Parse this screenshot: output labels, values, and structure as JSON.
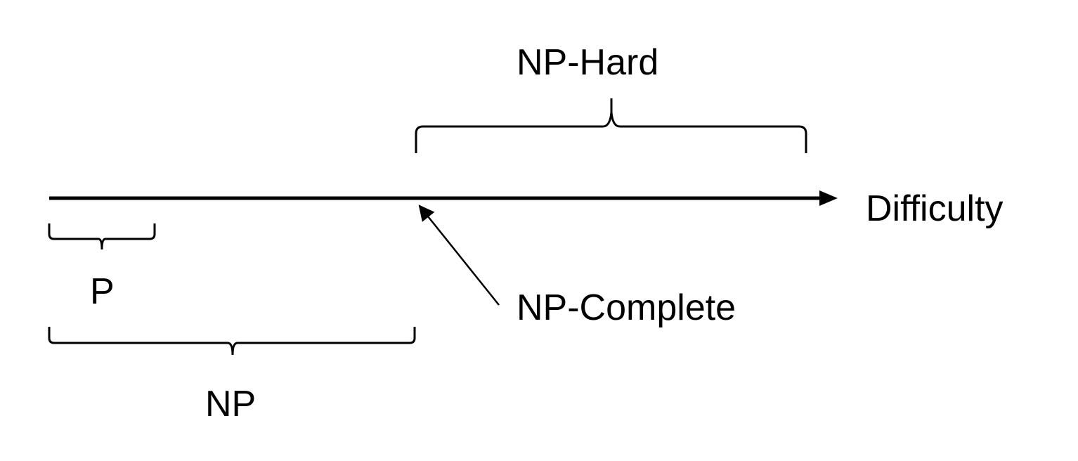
{
  "diagram": {
    "axis_label": "Difficulty",
    "labels": {
      "np_hard": "NP-Hard",
      "p": "P",
      "np": "NP",
      "np_complete": "NP-Complete"
    },
    "colors": {
      "stroke": "#000000",
      "text": "#000000",
      "background": "#ffffff"
    }
  }
}
